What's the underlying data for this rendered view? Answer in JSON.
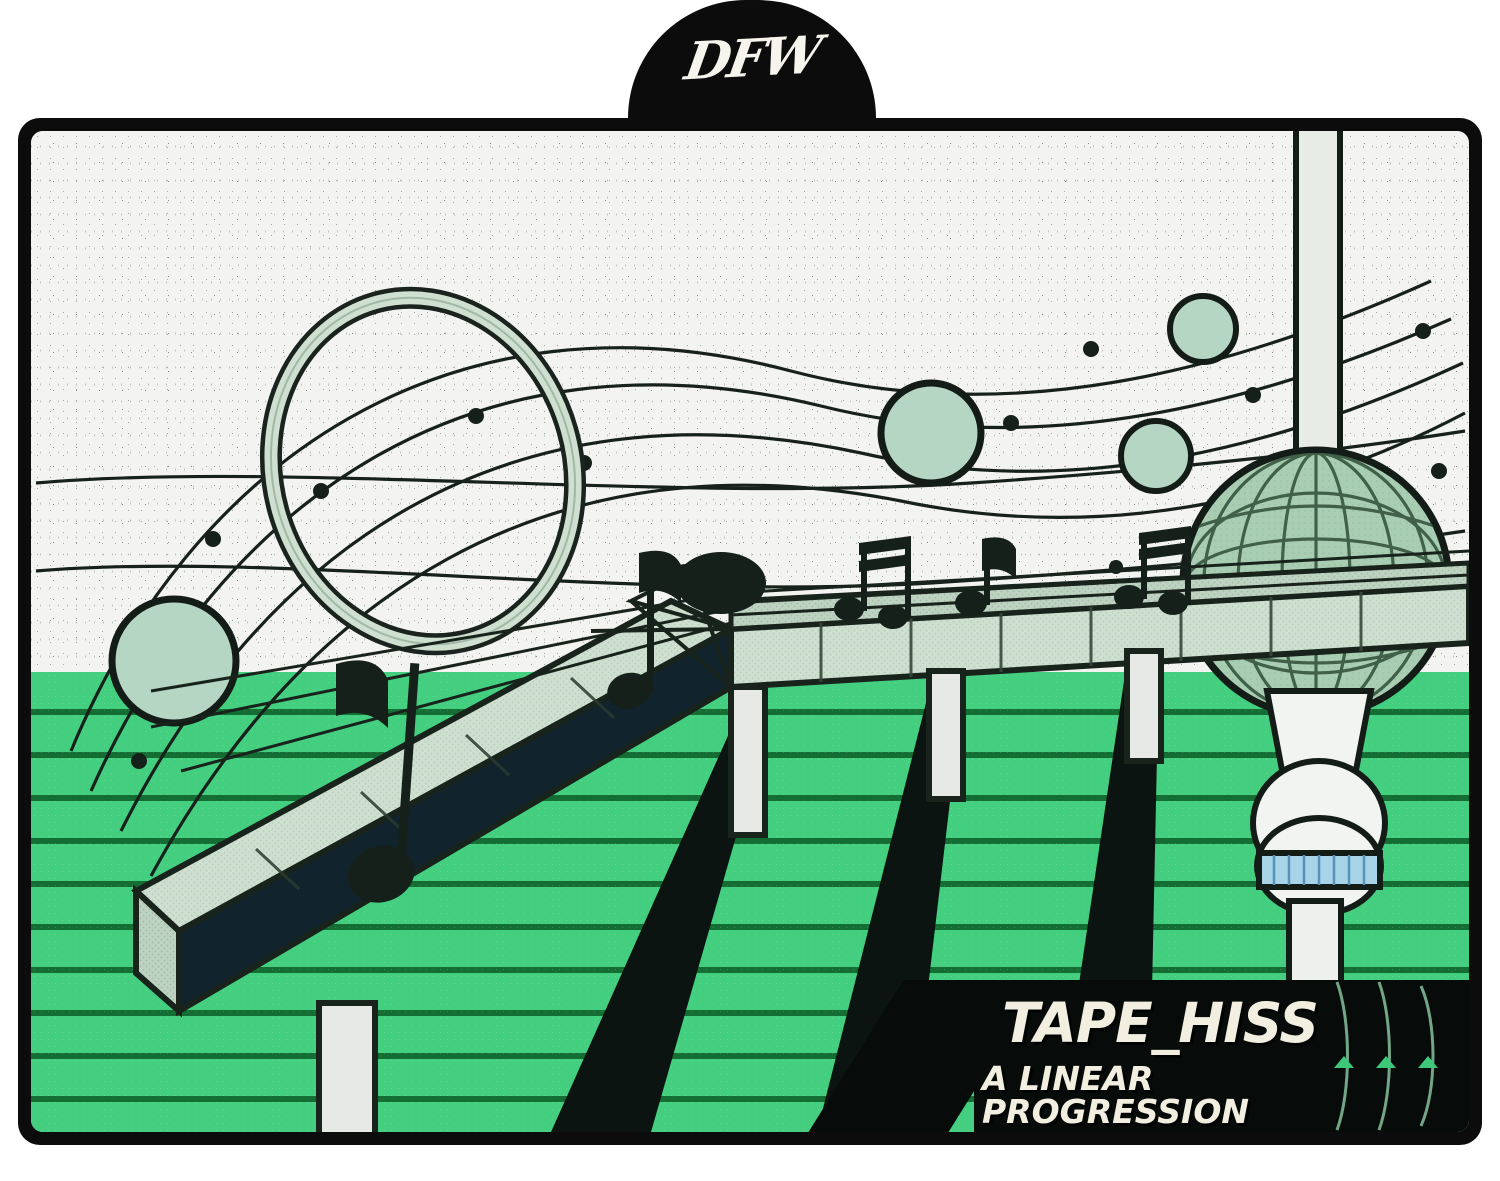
{
  "artwork": {
    "tab_logo": "DFW",
    "title": "TAPE_HISS",
    "subtitle": "A LINEAR PROGRESSION",
    "style": "retro-futurist album cover illustration",
    "palette": {
      "frame_black": "#0c0c0c",
      "sky_offwhite": "#f3f3f1",
      "ground_green": "#44cf80",
      "ground_line_green": "#12682f",
      "planet_mint": "#b5d6c2",
      "deck_sage": "#cfe0d1",
      "deck_sage_dark": "#b7ccbb",
      "navy_dark": "#11242e",
      "tower_white": "#f2f4f2",
      "window_blue": "#a8d4ea",
      "title_cream": "#f2efe0",
      "sphere_green": "#a9cdb2",
      "radar_green": "#3cc878"
    },
    "scene_elements": [
      {
        "name": "orbit-ring",
        "label": "large tilted orbital ring"
      },
      {
        "name": "planet-left",
        "label": "planet lower left"
      },
      {
        "name": "planet-big-center",
        "label": "large planet center sky"
      },
      {
        "name": "planet-small-upper",
        "label": "small planet upper right"
      },
      {
        "name": "planet-small-lower",
        "label": "small planet mid right"
      },
      {
        "name": "tv-tower",
        "label": "Berlin TV tower with globe"
      },
      {
        "name": "music-bridge",
        "label": "elevated walkway as music staff"
      },
      {
        "name": "music-notes",
        "label": "eighth notes along the staff"
      },
      {
        "name": "radar-arcs",
        "label": "signal arcs with markers"
      }
    ],
    "radar": {
      "arc_count": 3,
      "marker_count": 3,
      "marker_shape": "triangle"
    },
    "notes": [
      {
        "id": "note-1",
        "type": "eighth-note",
        "position": "left-walkway"
      },
      {
        "id": "note-2",
        "type": "eighth-note",
        "position": "staff-junction"
      },
      {
        "id": "note-3",
        "type": "beamed-eighths",
        "position": "staff-mid-left"
      },
      {
        "id": "note-4",
        "type": "eighth-note",
        "position": "staff-mid"
      },
      {
        "id": "note-5",
        "type": "beamed-eighths",
        "position": "staff-right"
      }
    ]
  }
}
